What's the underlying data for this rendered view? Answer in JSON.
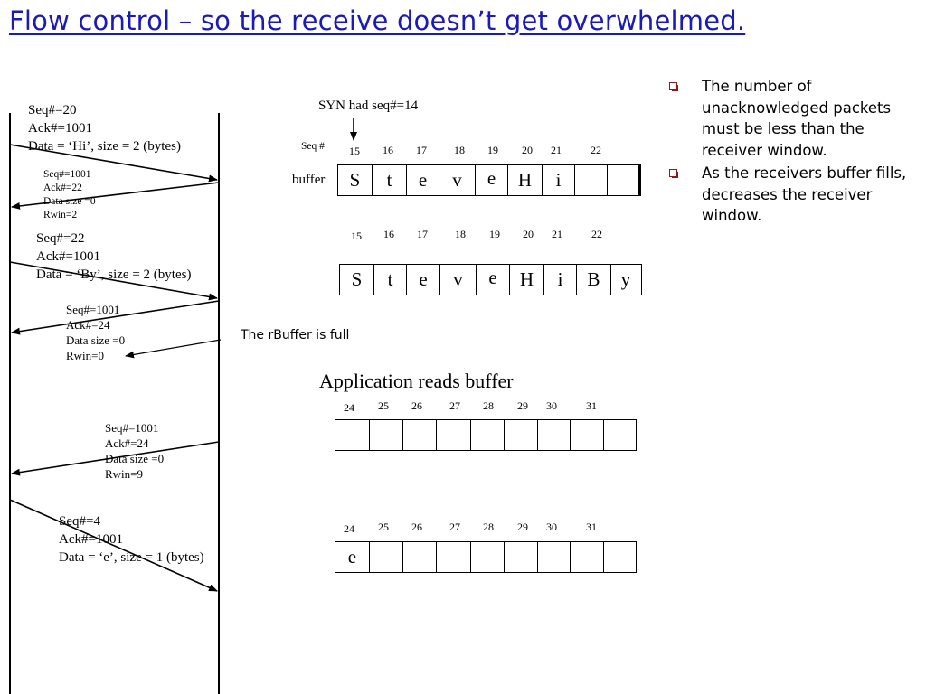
{
  "title": "Flow control – so the receive doesn’t get overwhelmed.",
  "bullets": [
    "The number of unacknowledged packets must be less than the receiver window.",
    "As the receivers buffer fills, decreases the receiver window."
  ],
  "messages": {
    "m1": [
      "Seq#=20",
      "Ack#=1001",
      "Data = ‘Hi’, size = 2 (bytes)"
    ],
    "m2": [
      "Seq#=1001",
      "Ack#=22",
      "Data size =0",
      "Rwin=2"
    ],
    "m3": [
      "Seq#=22",
      "Ack#=1001",
      "Data = ‘By’, size = 2 (bytes)"
    ],
    "m4": [
      "Seq#=1001",
      "Ack#=24",
      "Data size =0",
      "Rwin=0"
    ],
    "m5": [
      "Seq#=1001",
      "Ack#=24",
      "Data size =0",
      "Rwin=9"
    ],
    "m6": [
      "Seq#=4",
      "Ack#=1001",
      "Data = ‘e’, size = 1 (bytes)"
    ]
  },
  "syn_note": "SYN had seq#=14",
  "seq_label": "Seq #",
  "buffer_label": "buffer",
  "rbuffer_note": "The rBuffer is full",
  "app_reads": "Application reads buffer",
  "buffers": {
    "b1": {
      "seq": [
        "15",
        "16",
        "17",
        "18",
        "19",
        "20",
        "21",
        "22"
      ],
      "cells": [
        "S",
        "t",
        "e",
        "v",
        "e",
        "H",
        "i",
        "",
        ""
      ]
    },
    "b2": {
      "seq": [
        "15",
        "16",
        "17",
        "18",
        "19",
        "20",
        "21",
        "22"
      ],
      "cells": [
        "S",
        "t",
        "e",
        "v",
        "e",
        "H",
        "i",
        "B",
        "y"
      ]
    },
    "b3": {
      "seq": [
        "24",
        "25",
        "26",
        "27",
        "28",
        "29",
        "30",
        "31"
      ],
      "cells": [
        "",
        "",
        "",
        "",
        "",
        "",
        "",
        "",
        ""
      ]
    },
    "b4": {
      "seq": [
        "24",
        "25",
        "26",
        "27",
        "28",
        "29",
        "30",
        "31"
      ],
      "cells": [
        "e",
        "",
        "",
        "",
        "",
        "",
        "",
        "",
        ""
      ]
    }
  }
}
